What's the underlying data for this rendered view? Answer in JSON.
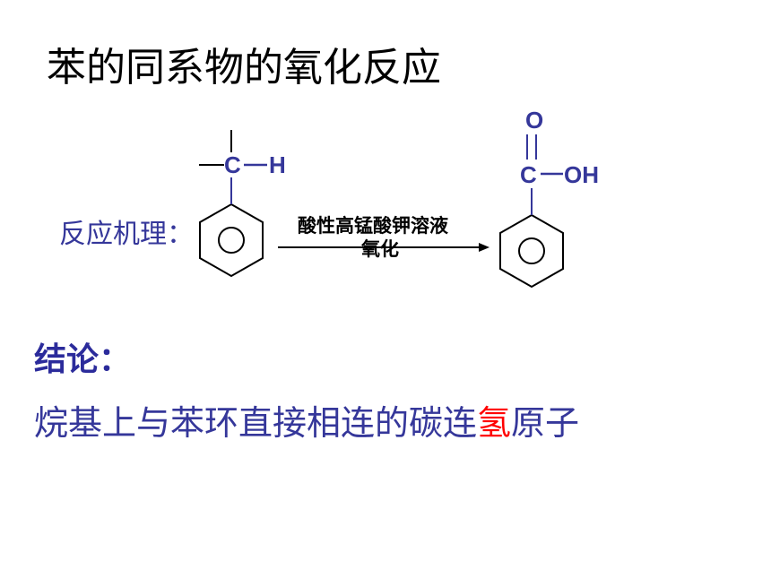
{
  "title": "苯的同系物的氧化反应",
  "mechanism": {
    "label": "反应机理：",
    "reagent": "酸性高锰酸钾溶液",
    "condition": "氧化"
  },
  "reactant": {
    "center_atom": "C",
    "substituent": "H"
  },
  "product": {
    "carbonyl_oxygen": "O",
    "carbon": "C",
    "hydroxyl": "OH"
  },
  "conclusion": {
    "heading": "结论：",
    "text_before": "烷基上与苯环直接相连的碳连",
    "highlight": "氢",
    "text_after": "原子"
  },
  "colors": {
    "title": "#000000",
    "blue_text": "#35379a",
    "highlight": "#ff0000"
  }
}
